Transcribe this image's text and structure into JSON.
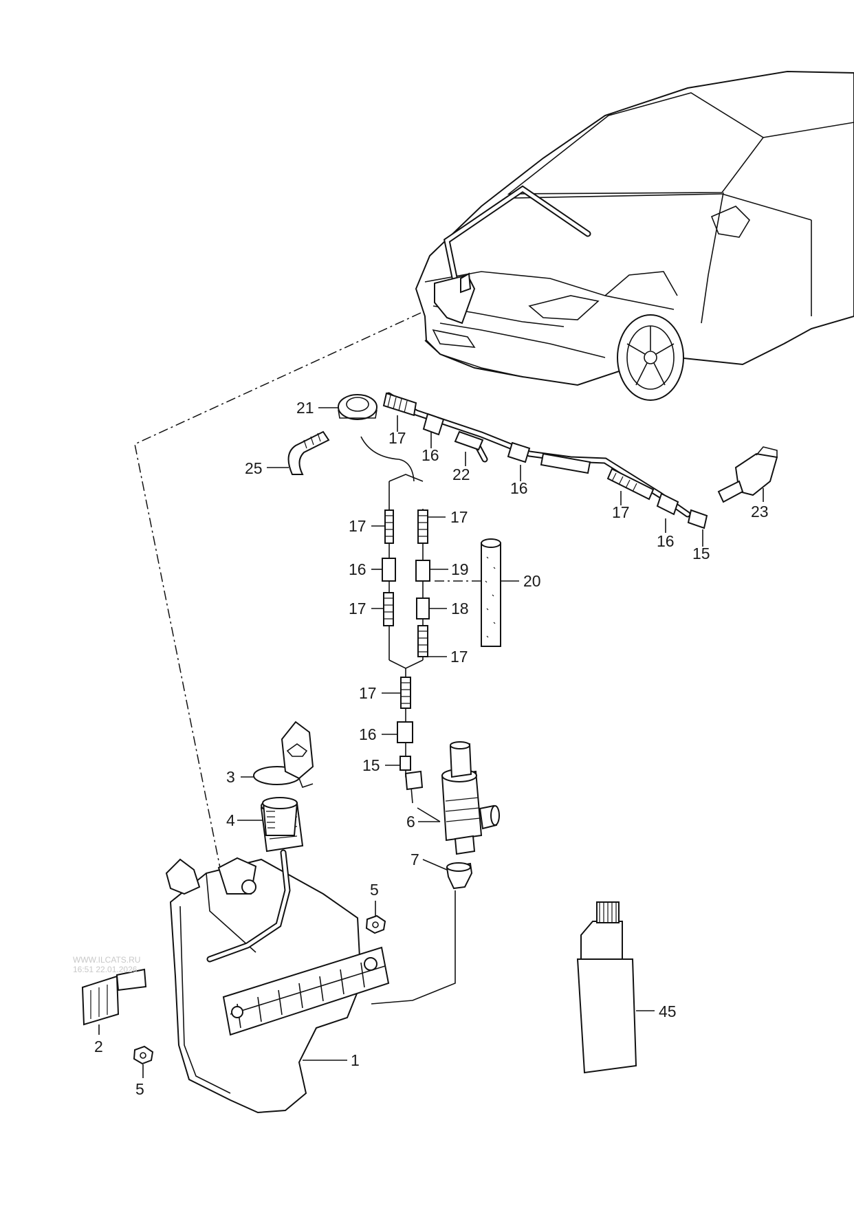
{
  "diagram": {
    "labels": {
      "l1": "1",
      "l2": "2",
      "l3": "3",
      "l4": "4",
      "l5a": "5",
      "l5b": "5",
      "l6": "6",
      "l7": "7",
      "l15a": "15",
      "l15b": "15",
      "l16a": "16",
      "l16b": "16",
      "l16c": "16",
      "l16d": "16",
      "l16e": "16",
      "l17a": "17",
      "l17b": "17",
      "l17c": "17",
      "l17d": "17",
      "l17e": "17",
      "l17f": "17",
      "l17g": "17",
      "l18": "18",
      "l19": "19",
      "l20": "20",
      "l21": "21",
      "l22": "22",
      "l23": "23",
      "l25": "25",
      "l45": "45"
    },
    "watermark": {
      "line1": "WWW.ILCATS.RU",
      "line2": "16:51 22.01.2026"
    }
  }
}
